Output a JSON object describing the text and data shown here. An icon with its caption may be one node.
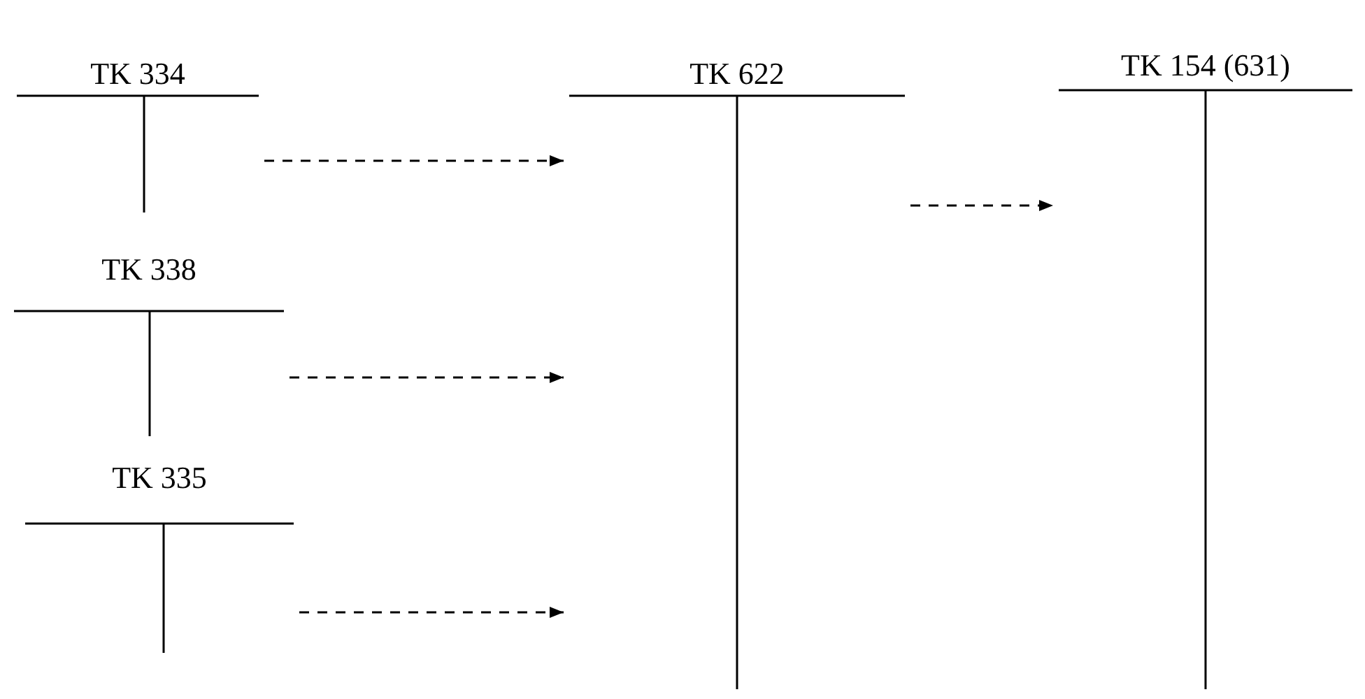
{
  "diagram": {
    "nodes": [
      {
        "text": [
          "TK 334"
        ]
      },
      {
        "text": [
          "TK 622"
        ]
      },
      {
        "text": [
          "TK 154 (631)"
        ]
      },
      {
        "text": [
          "TK 338"
        ]
      },
      {
        "text": [
          "TK 335"
        ]
      }
    ],
    "edges": [
      {
        "from": 0,
        "to": 1,
        "arrow": "to",
        "style": "dashed"
      },
      {
        "from": 1,
        "to": 2,
        "arrow": "to",
        "style": "dashed"
      },
      {
        "from": 3,
        "to": 1,
        "arrow": "to",
        "style": "dashed"
      },
      {
        "from": 4,
        "to": 1,
        "arrow": "to",
        "style": "dashed"
      }
    ]
  }
}
